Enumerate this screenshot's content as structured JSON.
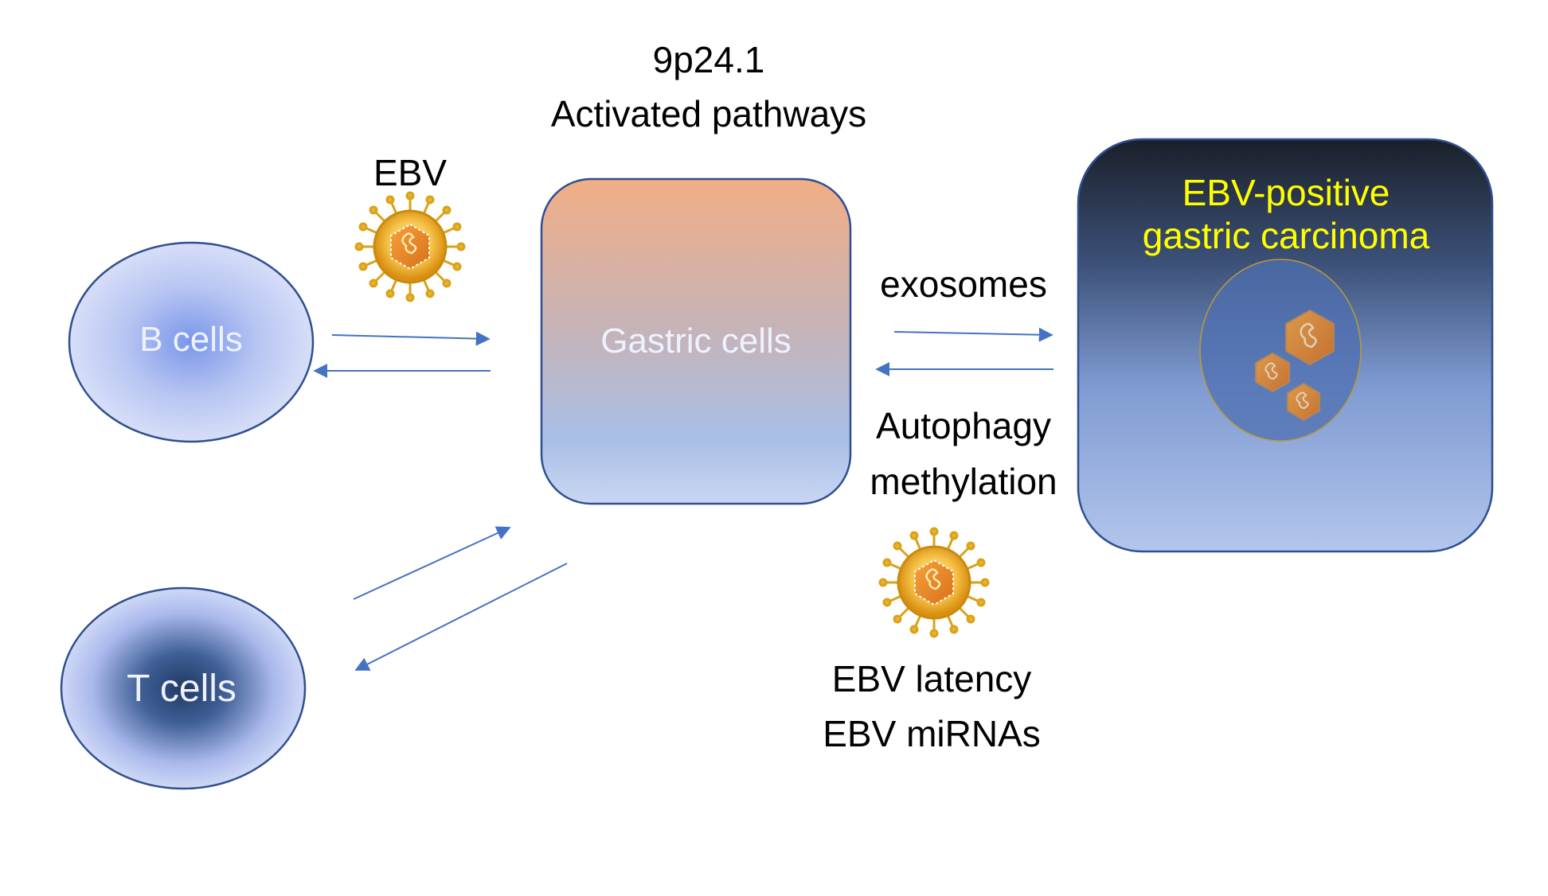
{
  "header": {
    "locus": "9p24.1",
    "pathways": "Activated pathways"
  },
  "cells": {
    "b_cells": "B cells",
    "t_cells": "T cells",
    "gastric_cells": "Gastric cells"
  },
  "carcinoma": {
    "line1": "EBV-positive",
    "line2": "gastric carcinoma"
  },
  "labels": {
    "ebv": "EBV",
    "exosomes": "exosomes",
    "autophagy": "Autophagy",
    "methylation": "methylation",
    "ebv_latency": "EBV latency",
    "ebv_mirnas": "EBV miRNAs"
  },
  "colors": {
    "arrow": "#4472c4",
    "cell_outline": "#2f4f8f",
    "cell_fill": "#c9d3f5",
    "carcinoma_text": "#ffff00",
    "gastric_top": "#f2ae86",
    "gastric_bottom": "#a9bfe6",
    "carcinoma_top": "#1e2430",
    "carcinoma_bottom": "#b3c6ec",
    "virus_gold": "#e8a31c",
    "virus_core": "#f08a1c"
  },
  "icons": {
    "virus": "virus-icon",
    "capsid": "capsid-icon"
  }
}
